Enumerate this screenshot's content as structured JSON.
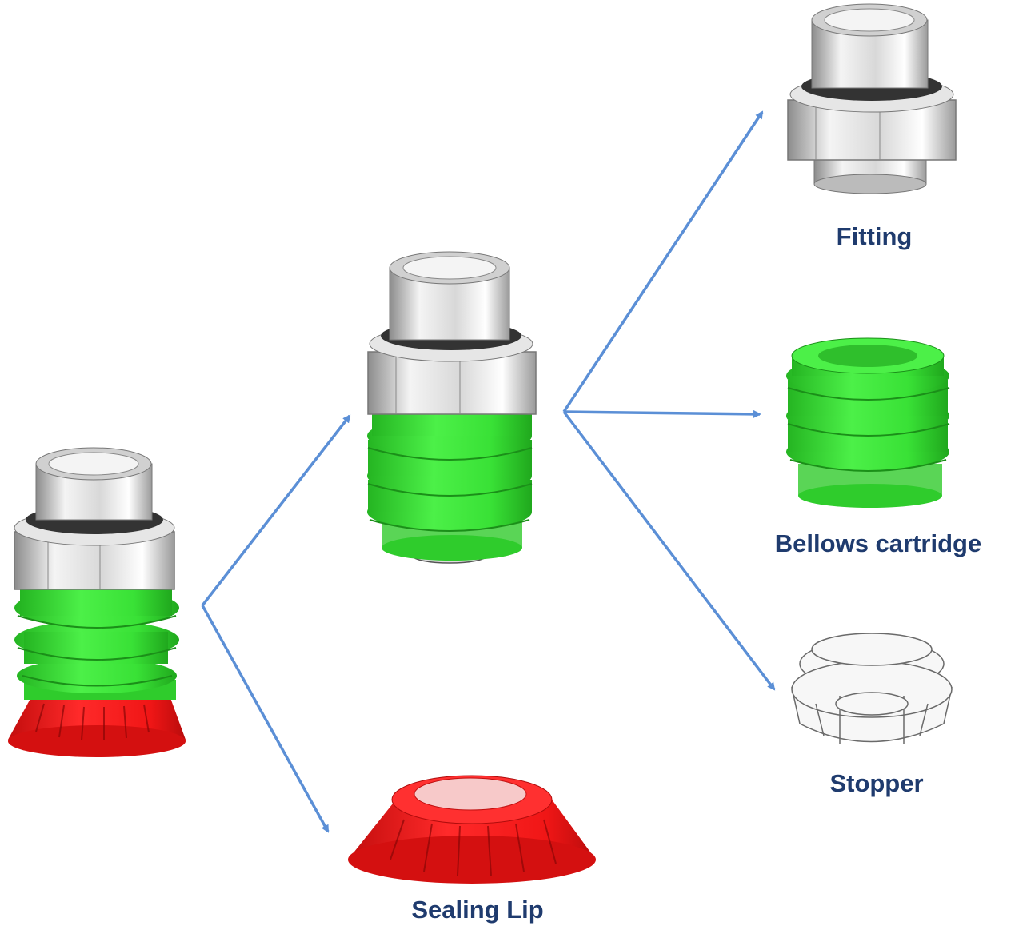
{
  "colors": {
    "arrow": "#5b8fd6",
    "label": "#1f3b6e",
    "green": "#3de83a",
    "red": "#f01616",
    "steel": "#c9c9c9"
  },
  "parts": {
    "fitting": "Fitting",
    "bellows": "Bellows cartridge",
    "stopper": "Stopper",
    "sealing_lip": "Sealing Lip"
  },
  "items": [
    {
      "id": "full-suction-cup",
      "icon": "suction-cup-assembly-image"
    },
    {
      "id": "bellows-assembly",
      "icon": "bellows-assembly-image"
    },
    {
      "id": "fitting",
      "icon": "fitting-image"
    },
    {
      "id": "bellows",
      "icon": "bellows-cartridge-image"
    },
    {
      "id": "stopper",
      "icon": "stopper-image"
    },
    {
      "id": "sealing-lip",
      "icon": "sealing-lip-image"
    }
  ]
}
